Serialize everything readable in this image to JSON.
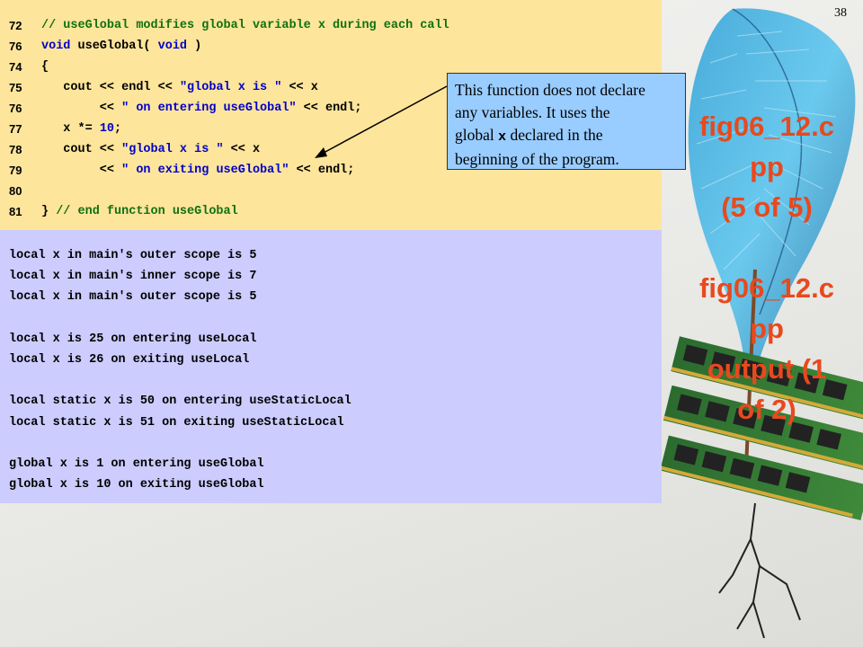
{
  "slide_number": "38",
  "colors": {
    "accent": "#e8491d",
    "code_bg": "#fde59b",
    "output_bg": "#ccccff",
    "callout_bg": "#99ccff"
  },
  "code": {
    "lines": [
      {
        "number": "72",
        "parts": [
          {
            "text": "// useGlobal modifies global variable x during each call",
            "kind": "cm"
          }
        ]
      },
      {
        "number": "76",
        "parts": [
          {
            "text": "void",
            "kind": "kw"
          },
          {
            "text": " useGlobal( ",
            "kind": ""
          },
          {
            "text": "void",
            "kind": "kw"
          },
          {
            "text": " )",
            "kind": ""
          }
        ]
      },
      {
        "number": "74",
        "parts": [
          {
            "text": "{",
            "kind": ""
          }
        ]
      },
      {
        "number": "75",
        "parts": [
          {
            "text": "   cout << endl << ",
            "kind": ""
          },
          {
            "text": "\"global x is \"",
            "kind": "st"
          },
          {
            "text": " << x",
            "kind": ""
          }
        ]
      },
      {
        "number": "76",
        "parts": [
          {
            "text": "        << ",
            "kind": ""
          },
          {
            "text": "\" on entering useGlobal\"",
            "kind": "st"
          },
          {
            "text": " << endl;",
            "kind": ""
          }
        ]
      },
      {
        "number": "77",
        "parts": [
          {
            "text": "   x *= ",
            "kind": ""
          },
          {
            "text": "10",
            "kind": "nm"
          },
          {
            "text": ";",
            "kind": ""
          }
        ]
      },
      {
        "number": "78",
        "parts": [
          {
            "text": "   cout << ",
            "kind": ""
          },
          {
            "text": "\"global x is \"",
            "kind": "st"
          },
          {
            "text": " << x",
            "kind": ""
          }
        ]
      },
      {
        "number": "79",
        "parts": [
          {
            "text": "        << ",
            "kind": ""
          },
          {
            "text": "\" on exiting useGlobal\"",
            "kind": "st"
          },
          {
            "text": " << endl;",
            "kind": ""
          }
        ]
      },
      {
        "number": "80",
        "parts": [
          {
            "text": "",
            "kind": ""
          }
        ]
      },
      {
        "number": "81",
        "parts": [
          {
            "text": "} ",
            "kind": ""
          },
          {
            "text": "// end function useGlobal",
            "kind": "cm"
          }
        ]
      }
    ]
  },
  "output": {
    "lines": [
      "local x in main's outer scope is 5",
      "local x in main's inner scope is 7",
      "local x in main's outer scope is 5",
      "",
      "local x is 25 on entering useLocal",
      "local x is 26 on exiting useLocal",
      "",
      "local static x is 50 on entering useStaticLocal",
      "local static x is 51 on exiting useStaticLocal",
      "",
      "global x is 1 on entering useGlobal",
      "global x is 10 on exiting useGlobal"
    ]
  },
  "callout": {
    "line1": "This function does not declare",
    "line2": "any variables. It uses the",
    "line3_before": "global ",
    "line3_mono": "x",
    "line3_after": " declared in the",
    "line4": "beginning of the program."
  },
  "side_title": {
    "block1": [
      "fig06_12.c",
      "pp",
      "(5 of 5)"
    ],
    "block2": [
      "fig06_12.c",
      "pp",
      "output (1",
      "of 2)"
    ]
  }
}
